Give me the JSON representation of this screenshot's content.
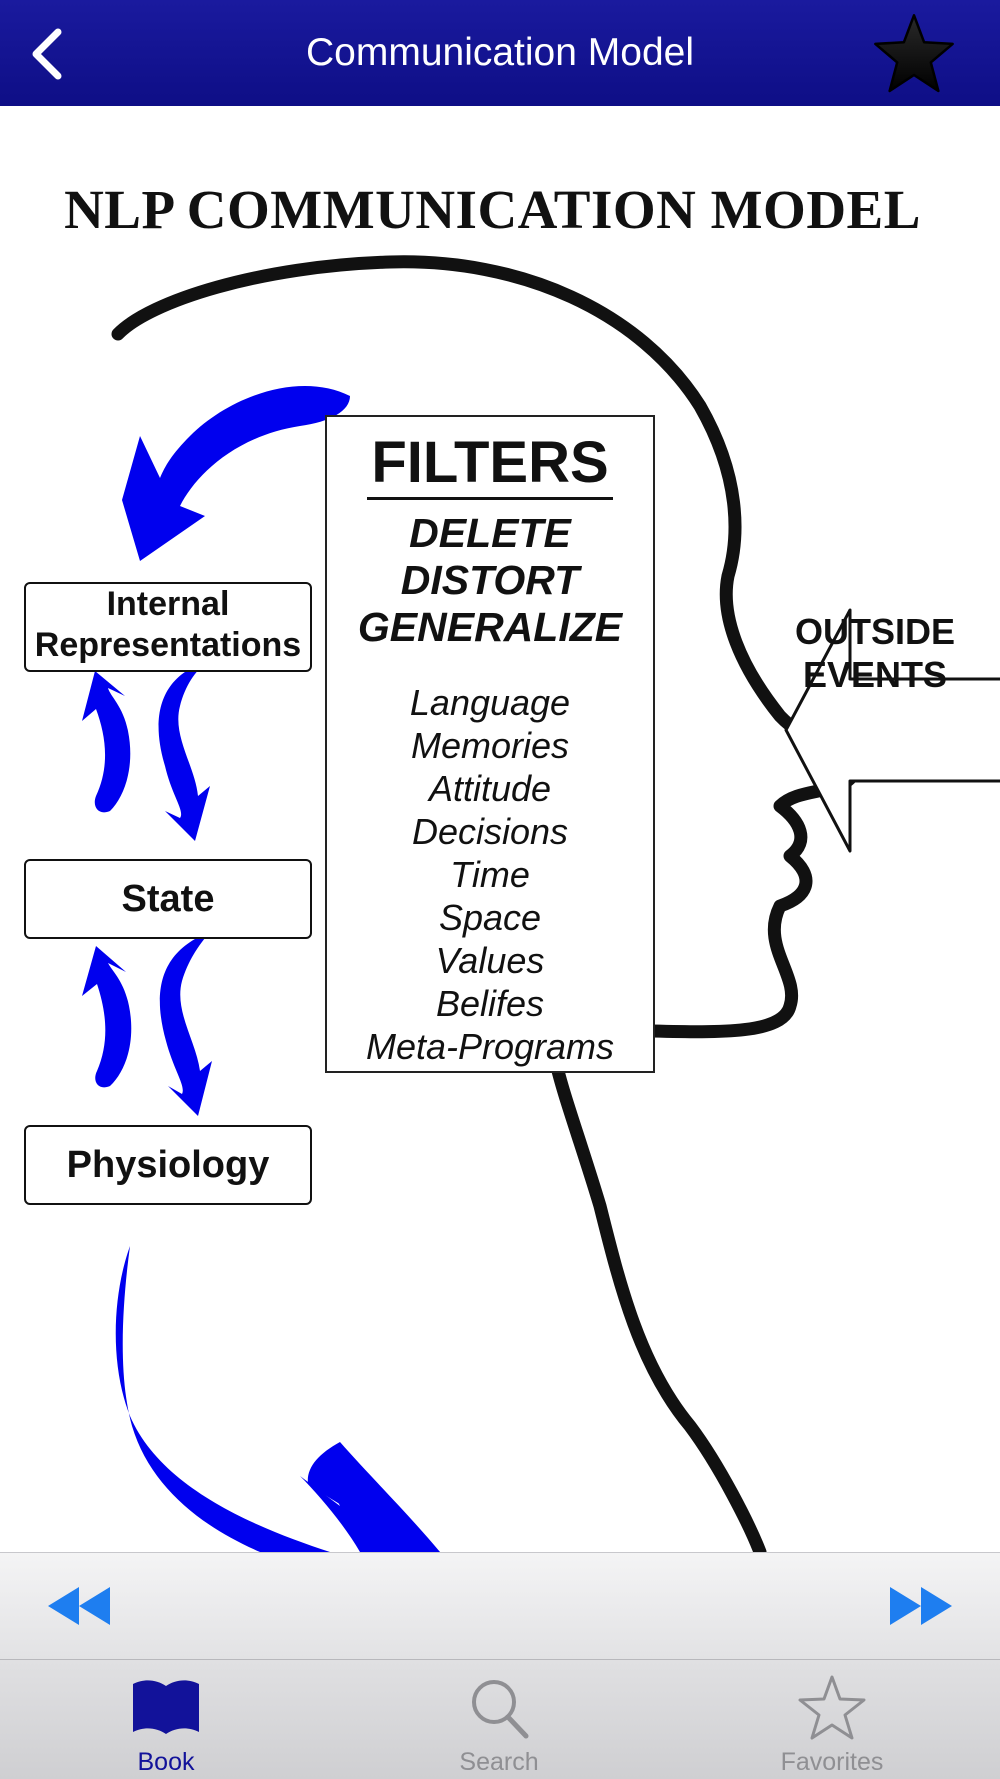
{
  "nav": {
    "title": "Communication Model"
  },
  "diagram": {
    "title": "NLP COMMUNICATION MODEL",
    "filters": {
      "heading": "FILTERS",
      "operations": [
        "DELETE",
        "DISTORT",
        "GENERALIZE"
      ],
      "items": [
        "Language",
        "Memories",
        "Attitude",
        "Decisions",
        "Time",
        "Space",
        "Values",
        "Belifes",
        "Meta-Programs"
      ]
    },
    "boxes": {
      "internal_line1": "Internal",
      "internal_line2": "Representations",
      "state": "State",
      "physiology": "Physiology"
    },
    "outside_events": {
      "line1": "OUTSIDE",
      "line2": "EVENTS"
    },
    "colors": {
      "arrow_blue": "#0000ee",
      "outline": "#111111"
    }
  },
  "toolbar": {
    "prev_icon": "rewind-icon",
    "next_icon": "fast-forward-icon",
    "accent": "#1e7ef0"
  },
  "tabs": [
    {
      "label": "Book",
      "icon": "book-icon",
      "active": true
    },
    {
      "label": "Search",
      "icon": "search-icon",
      "active": false
    },
    {
      "label": "Favorites",
      "icon": "star-outline-icon",
      "active": false
    }
  ],
  "theme": {
    "navbar_color": "#13138f",
    "tab_active_color": "#12129a",
    "tab_inactive_color": "#8f8f93"
  }
}
